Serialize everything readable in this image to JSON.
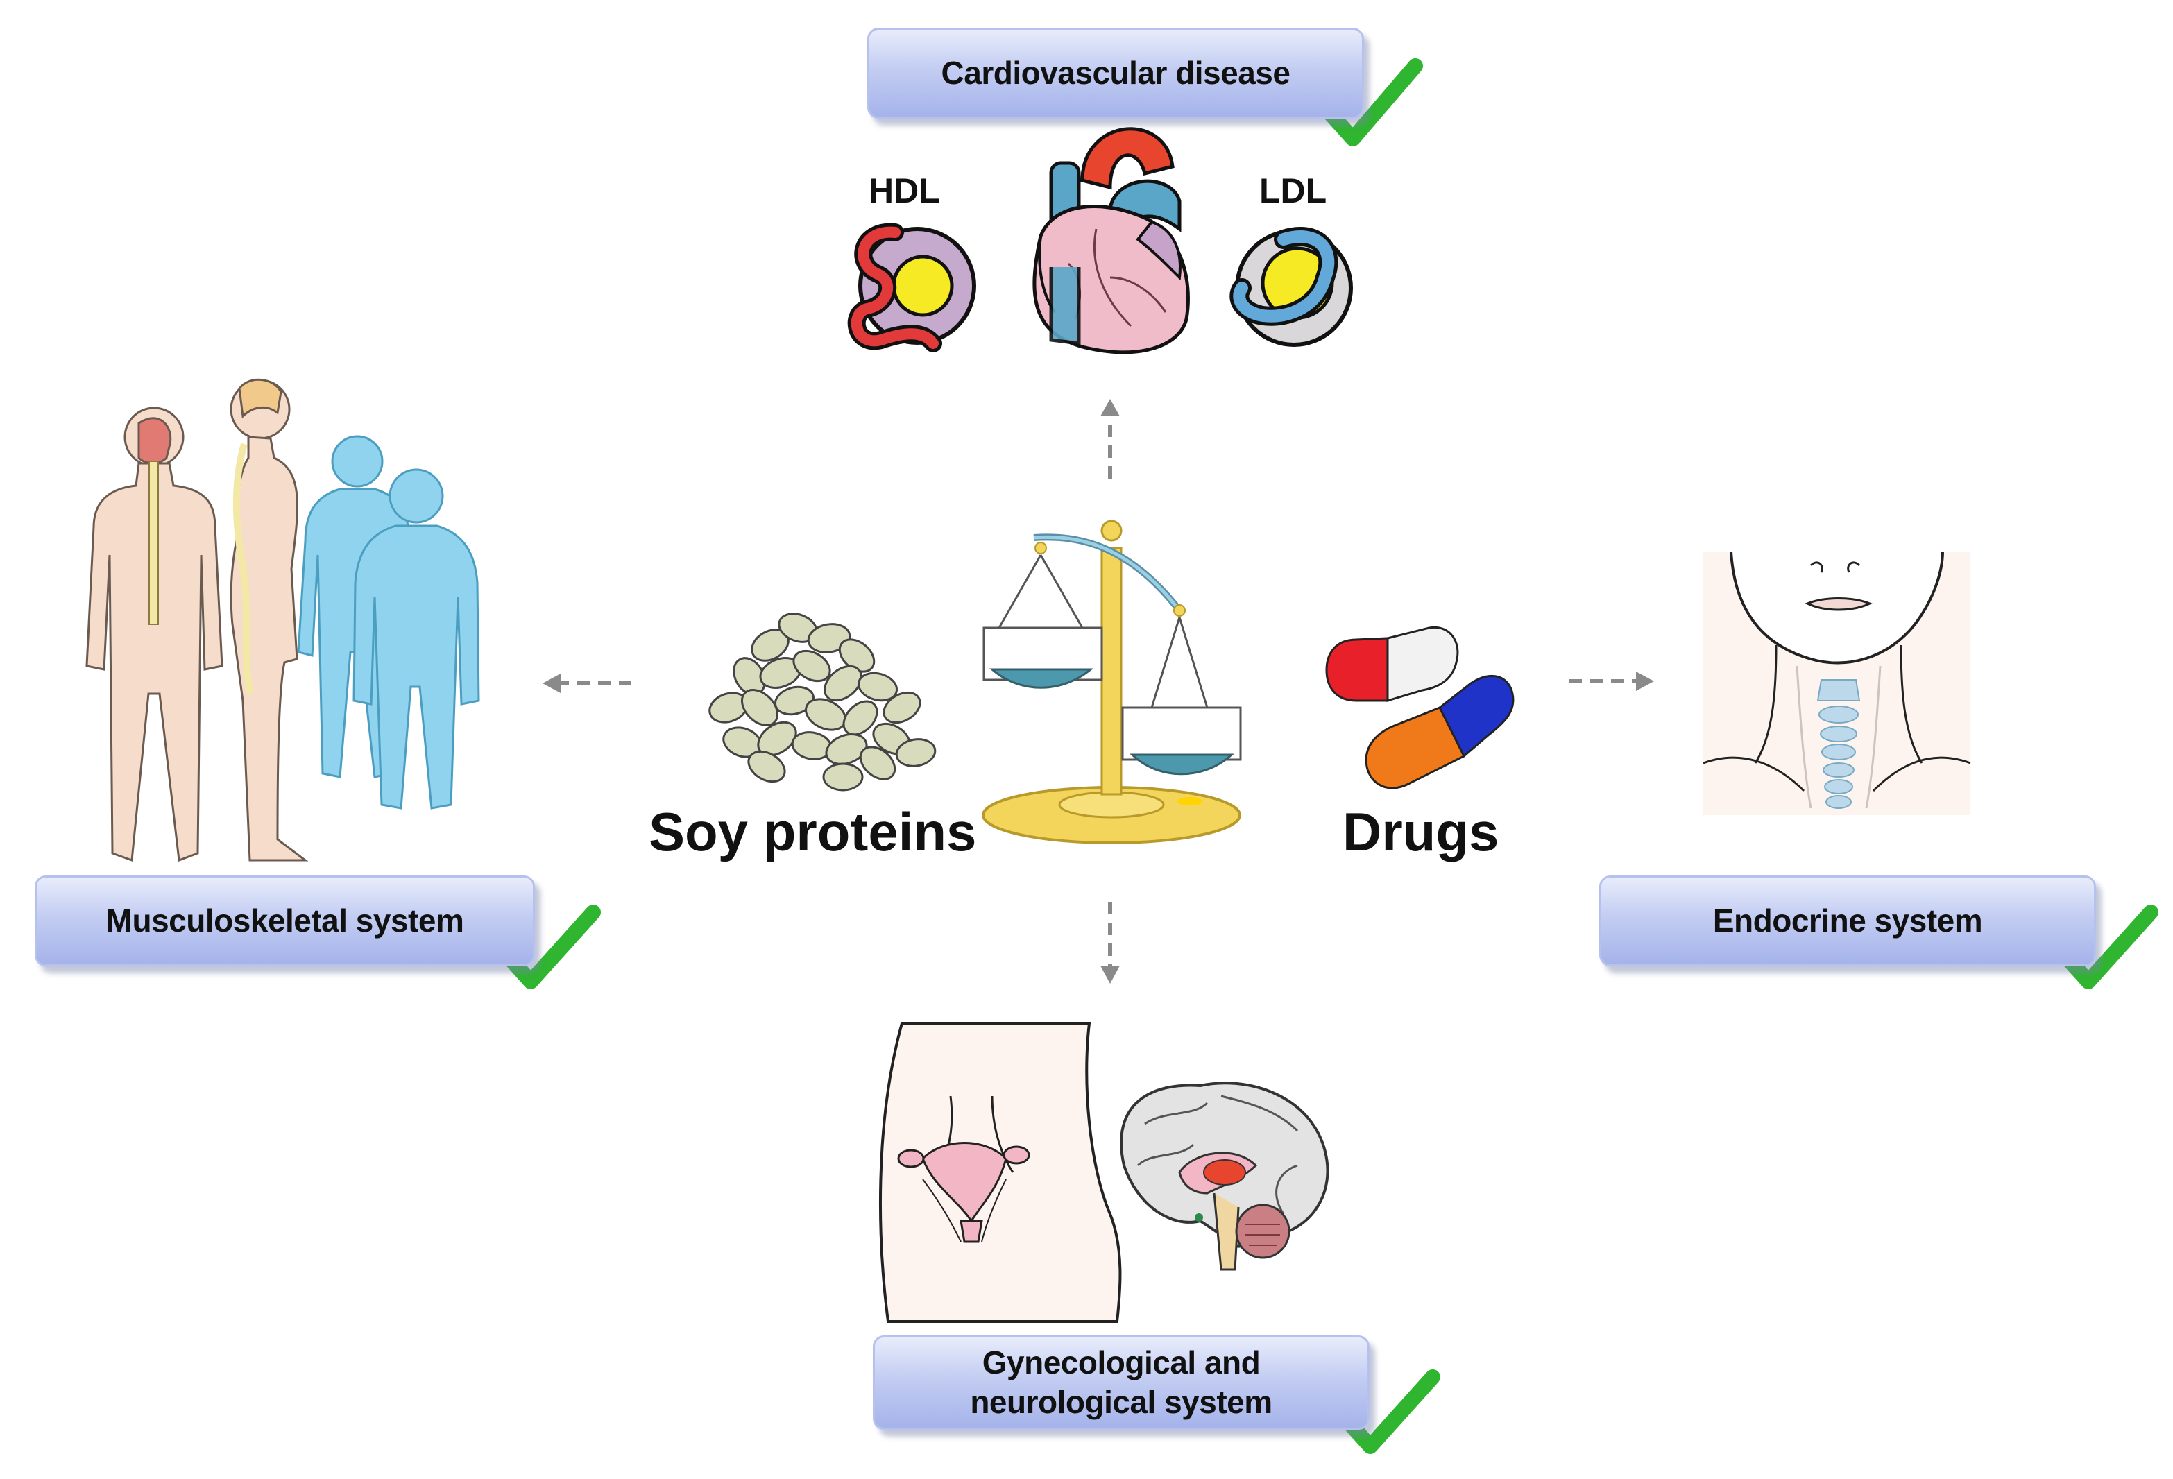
{
  "center": {
    "soy_label": "Soy proteins",
    "drugs_label": "Drugs"
  },
  "systems": {
    "cardiovascular": {
      "label": "Cardiovascular disease",
      "hdl_label": "HDL",
      "ldl_label": "LDL"
    },
    "musculoskeletal": {
      "label": "Musculoskeletal system"
    },
    "endocrine": {
      "label": "Endocrine system"
    },
    "gyn_neuro": {
      "label_line1": "Gynecological and",
      "label_line2": "neurological system"
    }
  },
  "colors": {
    "box_fill": "#b9c5ef",
    "check": "#2fb52f",
    "arrow": "#8a8a8a",
    "body_skin": "#f5dccb",
    "body_blue": "#8fd3ee",
    "heart_red": "#e8452f",
    "heart_blue": "#5aa6c8",
    "heart_pink": "#f0bcc9",
    "scale_gold": "#f2d55a",
    "capsule_red": "#e8202a",
    "capsule_blue": "#1f33c9",
    "capsule_orange": "#f07a1a",
    "bean": "#d8dbbc"
  },
  "icons": [
    "heart-icon",
    "hdl-particle-icon",
    "ldl-particle-icon",
    "balance-scale-icon",
    "soy-beans-icon",
    "capsule-icon",
    "human-figures-icon",
    "neck-thyroid-icon",
    "uterus-icon",
    "brain-icon",
    "checkmark-icon",
    "arrow-icon"
  ]
}
